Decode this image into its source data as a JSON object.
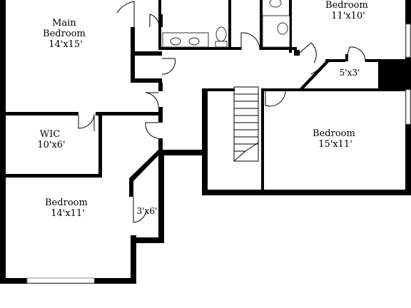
{
  "floorplan": {
    "rooms": [
      {
        "id": "main-bedroom",
        "name": "Main\nBedroom",
        "size": "14'x15'"
      },
      {
        "id": "bedroom-ne",
        "name": "Bedroom",
        "size": "11'x10'"
      },
      {
        "id": "closet-5x3",
        "name": "",
        "size": "5'x3'"
      },
      {
        "id": "wic",
        "name": "WIC",
        "size": "10'x6'"
      },
      {
        "id": "bedroom-e",
        "name": "Bedroom",
        "size": "15'x11'"
      },
      {
        "id": "bedroom-sw",
        "name": "Bedroom",
        "size": "14'x11'"
      },
      {
        "id": "closet-3x6",
        "name": "",
        "size": "3'x6'"
      }
    ]
  }
}
